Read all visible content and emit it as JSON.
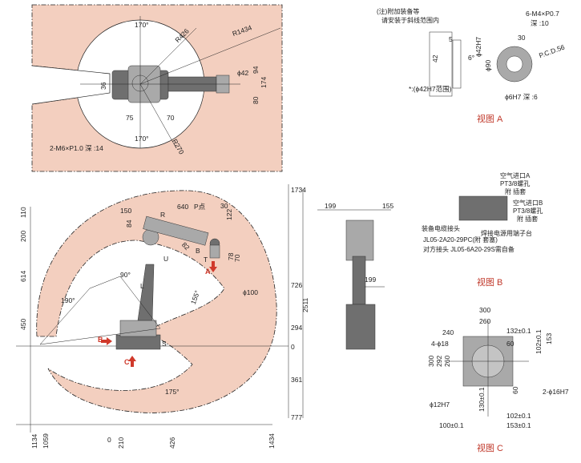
{
  "top_view": {
    "angle_top": "170°",
    "angle_bottom": "170°",
    "r426": "R426",
    "r1434": "R1434",
    "r270": "R270",
    "d42": "ϕ42",
    "d94": "94",
    "d174": "174",
    "d80": "80",
    "d36": "36",
    "d75": "75",
    "d70": "70",
    "note_m6": "2-M6×P1.0 深  :14"
  },
  "side_view": {
    "d1734": "1734",
    "d110": "110",
    "d200": "200",
    "d614": "614",
    "d450": "450",
    "d726": "726",
    "d2511": "2511",
    "d294": "294",
    "d0_right": "0",
    "d361": "361",
    "d777": "777",
    "d150": "150",
    "d640": "640",
    "p_point": "P点",
    "d84": "84",
    "d30": "30",
    "d122": "122",
    "d82": "82",
    "d78": "78",
    "d70": "70",
    "angle_90": "90°",
    "angle_190": "190°",
    "angle_155": "155°",
    "angle_175": "175°",
    "d100": "ϕ100",
    "b_d1134": "1134",
    "b_d1059": "1059",
    "b_d0": "0",
    "b_d210": "210",
    "b_d426": "426",
    "b_d1434": "1434",
    "axis_R": "R",
    "axis_U": "U",
    "axis_L": "L",
    "axis_T": "T",
    "axis_B": "B",
    "axis_S": "S",
    "view_A": "A",
    "view_B": "B",
    "view_C": "C"
  },
  "front_view": {
    "d199_top": "199",
    "d155": "155",
    "d199_mid": "199"
  },
  "view_a": {
    "note1": "(注)附加装备等",
    "note2": "请安装于斜线范围内",
    "m4": "6-M4×P0.7",
    "deep": "深   :10",
    "d30": "30",
    "pcd": "P.C.D.56",
    "d5": "5",
    "d42h7": "ϕ42H7",
    "d90": "ϕ90",
    "d42": "42",
    "d6": "6°",
    "star": "*:(ϕ42H7范围)",
    "d6h7": "ϕ6H7 深  :6",
    "label": "视图 A"
  },
  "view_b": {
    "airA": "空气进口A",
    "pt1": "PT3/8螺孔",
    "plug1": "附 插套",
    "airB": "空气进口B",
    "pt2": "PT3/8螺孔",
    "plug2": "附 插套",
    "cable": "装备电缆接头",
    "jl1": "JL05-2A20-29PC(附 套塞)",
    "jl2": "对方接头 JL05-6A20-29S需自备",
    "weld": "焊接电源用端子台",
    "label": "视图 B"
  },
  "view_c": {
    "d300_top": "300",
    "d260_top": "260",
    "d240": "240",
    "d132": "132±0.1",
    "d4phi18": "4-ϕ18",
    "d60_top": "60",
    "d102": "102±0.1",
    "d153": "153",
    "d300_left": "300",
    "d292": "292",
    "d260_left": "260",
    "d60_mid": "60",
    "d16h7": "2-ϕ16H7",
    "d12h7": "ϕ12H7",
    "d130": "130±0.1",
    "d102b": "102±0.1",
    "d100": "100±0.1",
    "d153b": "153±0.1",
    "label": "视图 C"
  }
}
